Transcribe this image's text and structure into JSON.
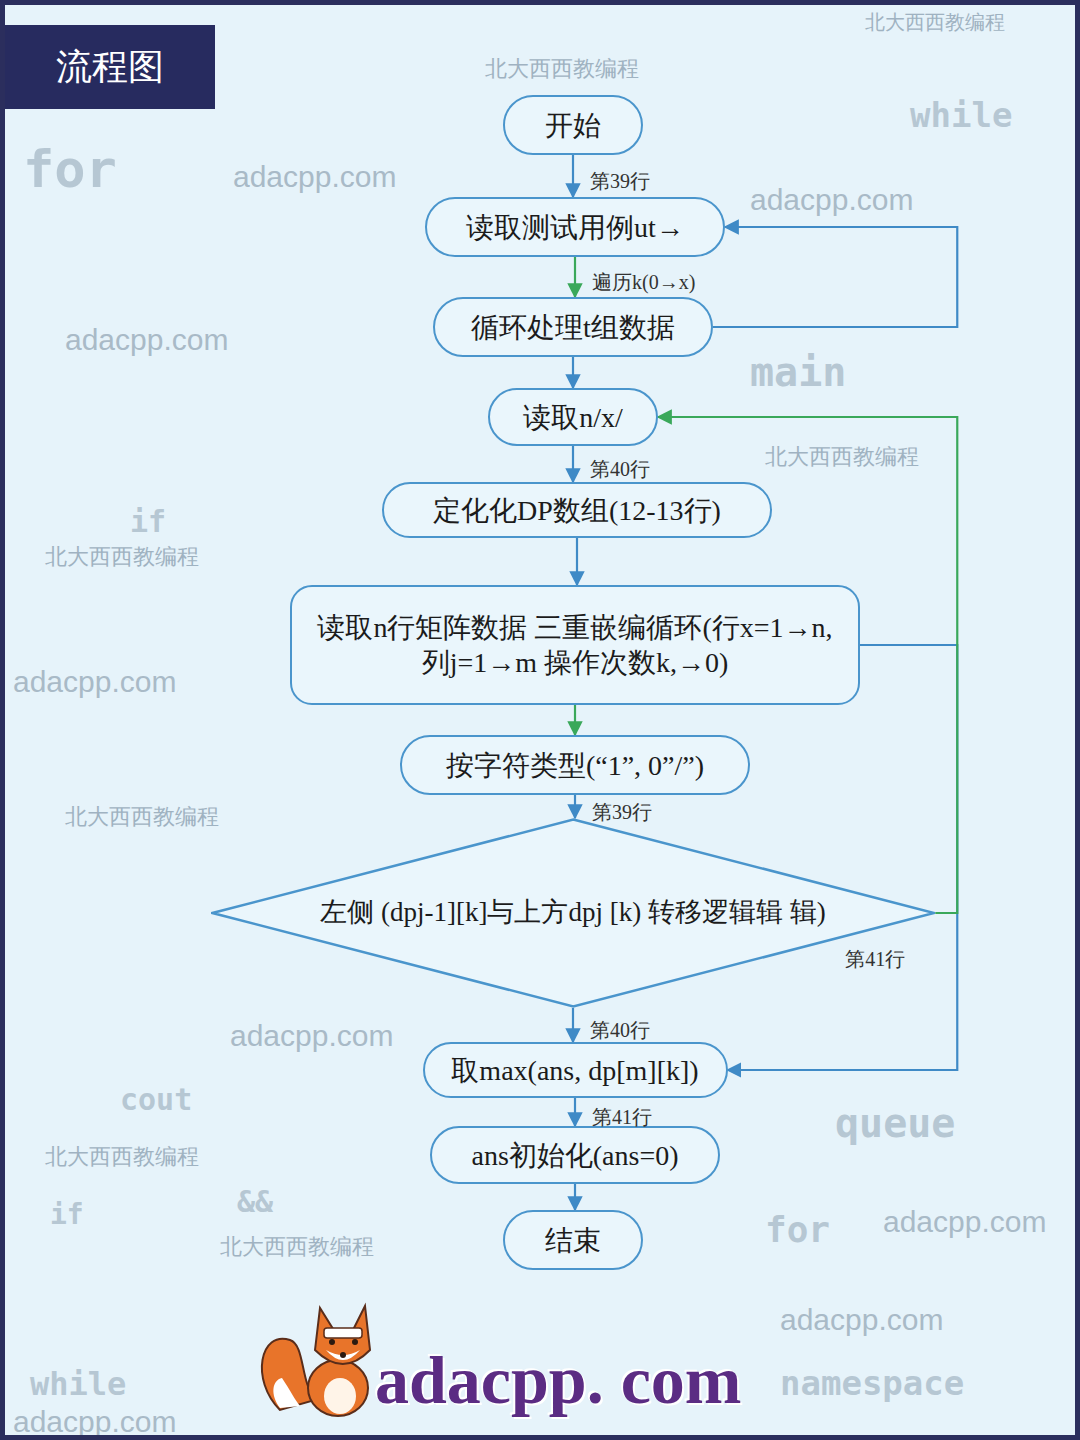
{
  "diagram": {
    "title": "流程图",
    "nodes": [
      {
        "text": [
          "开始"
        ]
      },
      {
        "text": [
          "读取测试用例ut→"
        ]
      },
      {
        "text": [
          "循环处理t组数据"
        ]
      },
      {
        "text": [
          "读取n/x/"
        ]
      },
      {
        "text": [
          "定化化DP数组(12-13行)"
        ]
      },
      {
        "text": [
          "读取n行矩阵数据 三重嵌编循环(行x=1→n, 列j=1→m 操作次数k,→0)"
        ]
      },
      {
        "text": [
          "按字符类型(“1”, 0”/”)"
        ]
      },
      {
        "text": [
          "左侧 (dpj-1][k]与上方dpj [k) 转移逻辑辑 辑)"
        ]
      },
      {
        "text": [
          "取max(ans, dp[m][k])"
        ]
      },
      {
        "text": [
          "ans初始化(ans=0)"
        ]
      },
      {
        "text": [
          "结束"
        ]
      }
    ],
    "edges": [
      {
        "from": 0,
        "to": 1,
        "arrow": "to",
        "label": "第39行"
      },
      {
        "from": 1,
        "to": 2,
        "arrow": "to",
        "label": "遍历k(0→x)"
      },
      {
        "from": 2,
        "to": 3,
        "arrow": "to"
      },
      {
        "from": 3,
        "to": 4,
        "arrow": "to",
        "label": "第40行"
      },
      {
        "from": 4,
        "to": 5,
        "arrow": "to"
      },
      {
        "from": 5,
        "to": 6,
        "arrow": "to"
      },
      {
        "from": 6,
        "to": 7,
        "arrow": "to",
        "label": "第39行"
      },
      {
        "from": 7,
        "to": 8,
        "arrow": "to",
        "label": "第40行"
      },
      {
        "from": 8,
        "to": 9,
        "arrow": "to",
        "label": "第41行"
      },
      {
        "from": 9,
        "to": 10,
        "arrow": "to"
      },
      {
        "from": 2,
        "to": 1,
        "arrow": "to"
      },
      {
        "from": 5,
        "to": 8,
        "arrow": "to"
      },
      {
        "from": 7,
        "to": 3,
        "arrow": "to",
        "label": "第41行"
      }
    ],
    "labels": [
      "北大西西教编程",
      "北大西西教编程",
      "for",
      "adacpp.com",
      "while",
      "adacpp.com",
      "adacpp.com",
      "main",
      "北大西西教编程",
      "if",
      "北大西西教编程",
      "adacpp.com",
      "北大西西教编程",
      "adacpp.com",
      "cout",
      "queue",
      "北大西西教编程",
      "if",
      "&&",
      "北大西西教编程",
      "for",
      "adacpp.com",
      "while",
      "adacpp.com",
      "namespace",
      "adacpp.com",
      "adacpp. com"
    ]
  }
}
